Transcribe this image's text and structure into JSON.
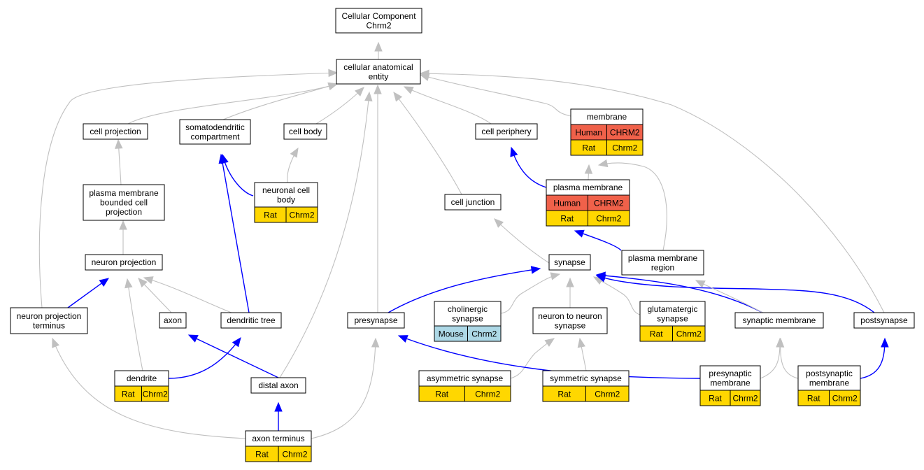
{
  "colors": {
    "background": "#ffffff",
    "node_border": "#000000",
    "edge_gray": "#c0c0c0",
    "edge_blue": "#0000ff",
    "human_cell": "#f0614a",
    "rat_cell": "#ffd700",
    "mouse_cell": "#add8e6"
  },
  "nodes": {
    "root": {
      "lines": [
        "Cellular Component",
        "Chrm2"
      ]
    },
    "cae": {
      "lines": [
        "cellular anatomical",
        "entity"
      ]
    },
    "cellproj": {
      "lines": [
        "cell projection"
      ]
    },
    "somato": {
      "lines": [
        "somatodendritic",
        "compartment"
      ]
    },
    "cellbody": {
      "lines": [
        "cell body"
      ]
    },
    "periphery": {
      "lines": [
        "cell periphery"
      ]
    },
    "membrane": {
      "lines": [
        "membrane"
      ],
      "rows": [
        {
          "species": "Human",
          "gene": "CHRM2"
        },
        {
          "species": "Rat",
          "gene": "Chrm2"
        }
      ]
    },
    "pmbcp": {
      "lines": [
        "plasma membrane",
        "bounded cell",
        "projection"
      ]
    },
    "neuronalcb": {
      "lines": [
        "neuronal cell",
        "body"
      ],
      "rows": [
        {
          "species": "Rat",
          "gene": "Chrm2"
        }
      ]
    },
    "celljunction": {
      "lines": [
        "cell junction"
      ]
    },
    "pm": {
      "lines": [
        "plasma membrane"
      ],
      "rows": [
        {
          "species": "Human",
          "gene": "CHRM2"
        },
        {
          "species": "Rat",
          "gene": "Chrm2"
        }
      ]
    },
    "neuronproj": {
      "lines": [
        "neuron projection"
      ]
    },
    "synapse": {
      "lines": [
        "synapse"
      ]
    },
    "pmregion": {
      "lines": [
        "plasma membrane",
        "region"
      ]
    },
    "npterm": {
      "lines": [
        "neuron projection",
        "terminus"
      ]
    },
    "axon": {
      "lines": [
        "axon"
      ]
    },
    "dtree": {
      "lines": [
        "dendritic tree"
      ]
    },
    "presynapse": {
      "lines": [
        "presynapse"
      ]
    },
    "cholinergic": {
      "lines": [
        "cholinergic",
        "synapse"
      ],
      "rows": [
        {
          "species": "Mouse",
          "gene": "Chrm2"
        }
      ]
    },
    "n2n": {
      "lines": [
        "neuron to neuron",
        "synapse"
      ]
    },
    "glutamatergic": {
      "lines": [
        "glutamatergic",
        "synapse"
      ],
      "rows": [
        {
          "species": "Rat",
          "gene": "Chrm2"
        }
      ]
    },
    "synmem": {
      "lines": [
        "synaptic membrane"
      ]
    },
    "postsynapse": {
      "lines": [
        "postsynapse"
      ]
    },
    "dendrite": {
      "lines": [
        "dendrite"
      ],
      "rows": [
        {
          "species": "Rat",
          "gene": "Chrm2"
        }
      ]
    },
    "distalaxon": {
      "lines": [
        "distal axon"
      ]
    },
    "asym": {
      "lines": [
        "asymmetric synapse"
      ],
      "rows": [
        {
          "species": "Rat",
          "gene": "Chrm2"
        }
      ]
    },
    "sym": {
      "lines": [
        "symmetric synapse"
      ],
      "rows": [
        {
          "species": "Rat",
          "gene": "Chrm2"
        }
      ]
    },
    "presynmem": {
      "lines": [
        "presynaptic",
        "membrane"
      ],
      "rows": [
        {
          "species": "Rat",
          "gene": "Chrm2"
        }
      ]
    },
    "postsynmem": {
      "lines": [
        "postsynaptic",
        "membrane"
      ],
      "rows": [
        {
          "species": "Rat",
          "gene": "Chrm2"
        }
      ]
    },
    "axonterm": {
      "lines": [
        "axon terminus"
      ],
      "rows": [
        {
          "species": "Rat",
          "gene": "Chrm2"
        }
      ]
    }
  },
  "edges": [
    {
      "from": "cae",
      "to": "root",
      "kind": "is_a"
    },
    {
      "from": "cellproj",
      "to": "cae",
      "kind": "is_a"
    },
    {
      "from": "somato",
      "to": "cae",
      "kind": "is_a"
    },
    {
      "from": "cellbody",
      "to": "cae",
      "kind": "is_a"
    },
    {
      "from": "periphery",
      "to": "cae",
      "kind": "is_a"
    },
    {
      "from": "membrane",
      "to": "cae",
      "kind": "is_a"
    },
    {
      "from": "celljunction",
      "to": "cae",
      "kind": "is_a"
    },
    {
      "from": "npterm",
      "to": "cae",
      "kind": "is_a"
    },
    {
      "from": "presynapse",
      "to": "cae",
      "kind": "is_a"
    },
    {
      "from": "distalaxon",
      "to": "cae",
      "kind": "is_a"
    },
    {
      "from": "postsynapse",
      "to": "cae",
      "kind": "is_a"
    },
    {
      "from": "pmbcp",
      "to": "cellproj",
      "kind": "is_a"
    },
    {
      "from": "neuronproj",
      "to": "pmbcp",
      "kind": "is_a"
    },
    {
      "from": "neuronalcb",
      "to": "somato",
      "kind": "part_of"
    },
    {
      "from": "dtree",
      "to": "somato",
      "kind": "part_of"
    },
    {
      "from": "neuronalcb",
      "to": "cellbody",
      "kind": "is_a"
    },
    {
      "from": "pm",
      "to": "periphery",
      "kind": "part_of"
    },
    {
      "from": "pm",
      "to": "membrane",
      "kind": "is_a"
    },
    {
      "from": "pmregion",
      "to": "membrane",
      "kind": "is_a"
    },
    {
      "from": "pmregion",
      "to": "pm",
      "kind": "part_of"
    },
    {
      "from": "synapse",
      "to": "celljunction",
      "kind": "is_a"
    },
    {
      "from": "npterm",
      "to": "neuronproj",
      "kind": "part_of"
    },
    {
      "from": "axon",
      "to": "neuronproj",
      "kind": "is_a"
    },
    {
      "from": "dtree",
      "to": "neuronproj",
      "kind": "is_a"
    },
    {
      "from": "dendrite",
      "to": "neuronproj",
      "kind": "is_a"
    },
    {
      "from": "presynapse",
      "to": "synapse",
      "kind": "part_of"
    },
    {
      "from": "cholinergic",
      "to": "synapse",
      "kind": "is_a"
    },
    {
      "from": "n2n",
      "to": "synapse",
      "kind": "is_a"
    },
    {
      "from": "glutamatergic",
      "to": "synapse",
      "kind": "is_a"
    },
    {
      "from": "synmem",
      "to": "synapse",
      "kind": "part_of"
    },
    {
      "from": "postsynapse",
      "to": "synapse",
      "kind": "part_of"
    },
    {
      "from": "synmem",
      "to": "pmregion",
      "kind": "is_a"
    },
    {
      "from": "dendrite",
      "to": "dtree",
      "kind": "part_of"
    },
    {
      "from": "distalaxon",
      "to": "axon",
      "kind": "part_of"
    },
    {
      "from": "axonterm",
      "to": "npterm",
      "kind": "is_a"
    },
    {
      "from": "axonterm",
      "to": "distalaxon",
      "kind": "part_of"
    },
    {
      "from": "axonterm",
      "to": "presynapse",
      "kind": "is_a"
    },
    {
      "from": "asym",
      "to": "n2n",
      "kind": "is_a"
    },
    {
      "from": "sym",
      "to": "n2n",
      "kind": "is_a"
    },
    {
      "from": "presynmem",
      "to": "presynapse",
      "kind": "part_of"
    },
    {
      "from": "presynmem",
      "to": "synmem",
      "kind": "is_a"
    },
    {
      "from": "postsynmem",
      "to": "synmem",
      "kind": "is_a"
    },
    {
      "from": "postsynmem",
      "to": "postsynapse",
      "kind": "part_of"
    }
  ]
}
